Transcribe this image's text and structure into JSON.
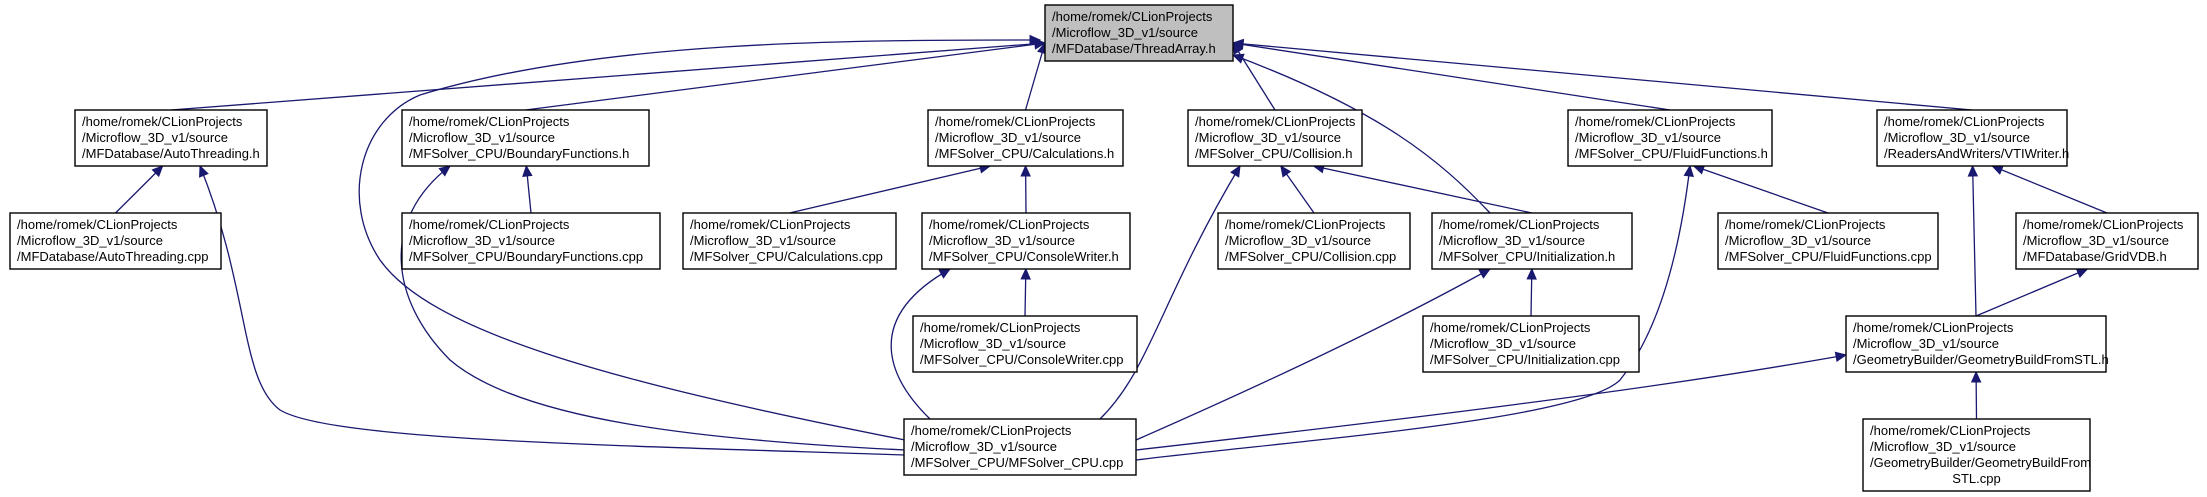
{
  "colors": {
    "edge": "#191970",
    "root_fill": "#bfbfbf",
    "node_fill": "#ffffff",
    "border": "#000000"
  },
  "nodes": {
    "thread_array_h": [
      "/home/romek/CLionProjects",
      "/Microflow_3D_v1/source",
      "/MFDatabase/ThreadArray.h"
    ],
    "auto_threading_h": [
      "/home/romek/CLionProjects",
      "/Microflow_3D_v1/source",
      "/MFDatabase/AutoThreading.h"
    ],
    "boundary_functions_h": [
      "/home/romek/CLionProjects",
      "/Microflow_3D_v1/source",
      "/MFSolver_CPU/BoundaryFunctions.h"
    ],
    "calculations_h": [
      "/home/romek/CLionProjects",
      "/Microflow_3D_v1/source",
      "/MFSolver_CPU/Calculations.h"
    ],
    "collision_h": [
      "/home/romek/CLionProjects",
      "/Microflow_3D_v1/source",
      "/MFSolver_CPU/Collision.h"
    ],
    "fluid_functions_h": [
      "/home/romek/CLionProjects",
      "/Microflow_3D_v1/source",
      "/MFSolver_CPU/FluidFunctions.h"
    ],
    "vti_writer_h": [
      "/home/romek/CLionProjects",
      "/Microflow_3D_v1/source",
      "/ReadersAndWriters/VTIWriter.h"
    ],
    "auto_threading_cpp": [
      "/home/romek/CLionProjects",
      "/Microflow_3D_v1/source",
      "/MFDatabase/AutoThreading.cpp"
    ],
    "boundary_functions_cpp": [
      "/home/romek/CLionProjects",
      "/Microflow_3D_v1/source",
      "/MFSolver_CPU/BoundaryFunctions.cpp"
    ],
    "calculations_cpp": [
      "/home/romek/CLionProjects",
      "/Microflow_3D_v1/source",
      "/MFSolver_CPU/Calculations.cpp"
    ],
    "console_writer_h": [
      "/home/romek/CLionProjects",
      "/Microflow_3D_v1/source",
      "/MFSolver_CPU/ConsoleWriter.h"
    ],
    "collision_cpp": [
      "/home/romek/CLionProjects",
      "/Microflow_3D_v1/source",
      "/MFSolver_CPU/Collision.cpp"
    ],
    "initialization_h": [
      "/home/romek/CLionProjects",
      "/Microflow_3D_v1/source",
      "/MFSolver_CPU/Initialization.h"
    ],
    "fluid_functions_cpp": [
      "/home/romek/CLionProjects",
      "/Microflow_3D_v1/source",
      "/MFSolver_CPU/FluidFunctions.cpp"
    ],
    "grid_vdb_h": [
      "/home/romek/CLionProjects",
      "/Microflow_3D_v1/source",
      "/MFDatabase/GridVDB.h"
    ],
    "console_writer_cpp": [
      "/home/romek/CLionProjects",
      "/Microflow_3D_v1/source",
      "/MFSolver_CPU/ConsoleWriter.cpp"
    ],
    "initialization_cpp": [
      "/home/romek/CLionProjects",
      "/Microflow_3D_v1/source",
      "/MFSolver_CPU/Initialization.cpp"
    ],
    "geometry_build_from_stl_h": [
      "/home/romek/CLionProjects",
      "/Microflow_3D_v1/source",
      "/GeometryBuilder/GeometryBuildFromSTL.h"
    ],
    "mfsolver_cpu_cpp": [
      "/home/romek/CLionProjects",
      "/Microflow_3D_v1/source",
      "/MFSolver_CPU/MFSolver_CPU.cpp"
    ],
    "geometry_build_from_stl_cpp": [
      "/home/romek/CLionProjects",
      "/Microflow_3D_v1/source",
      "/GeometryBuilder/GeometryBuildFrom",
      "STL.cpp"
    ]
  },
  "edges": [
    [
      "auto_threading_h",
      "thread_array_h"
    ],
    [
      "boundary_functions_h",
      "thread_array_h"
    ],
    [
      "calculations_h",
      "thread_array_h"
    ],
    [
      "collision_h",
      "thread_array_h"
    ],
    [
      "fluid_functions_h",
      "thread_array_h"
    ],
    [
      "vti_writer_h",
      "thread_array_h"
    ],
    [
      "initialization_h",
      "thread_array_h"
    ],
    [
      "mfsolver_cpu_cpp",
      "thread_array_h"
    ],
    [
      "auto_threading_cpp",
      "auto_threading_h"
    ],
    [
      "mfsolver_cpu_cpp",
      "auto_threading_h"
    ],
    [
      "boundary_functions_cpp",
      "boundary_functions_h"
    ],
    [
      "mfsolver_cpu_cpp",
      "boundary_functions_h"
    ],
    [
      "calculations_cpp",
      "calculations_h"
    ],
    [
      "console_writer_h",
      "calculations_h"
    ],
    [
      "collision_cpp",
      "collision_h"
    ],
    [
      "initialization_h",
      "collision_h"
    ],
    [
      "mfsolver_cpu_cpp",
      "collision_h"
    ],
    [
      "fluid_functions_cpp",
      "fluid_functions_h"
    ],
    [
      "mfsolver_cpu_cpp",
      "fluid_functions_h"
    ],
    [
      "grid_vdb_h",
      "vti_writer_h"
    ],
    [
      "geometry_build_from_stl_h",
      "vti_writer_h"
    ],
    [
      "console_writer_cpp",
      "console_writer_h"
    ],
    [
      "mfsolver_cpu_cpp",
      "console_writer_h"
    ],
    [
      "initialization_cpp",
      "initialization_h"
    ],
    [
      "mfsolver_cpu_cpp",
      "initialization_h"
    ],
    [
      "geometry_build_from_stl_h",
      "grid_vdb_h"
    ],
    [
      "mfsolver_cpu_cpp",
      "geometry_build_from_stl_h"
    ],
    [
      "geometry_build_from_stl_cpp",
      "geometry_build_from_stl_h"
    ]
  ]
}
